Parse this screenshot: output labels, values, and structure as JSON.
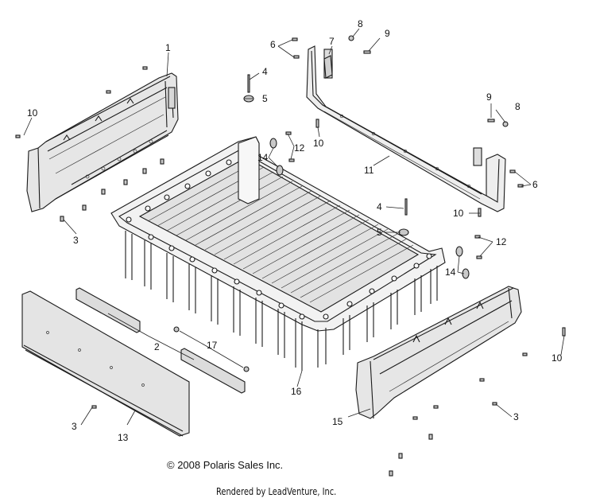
{
  "callouts": {
    "c1": "1",
    "c2": "2",
    "c3a": "3",
    "c3b": "3",
    "c3c": "3",
    "c4a": "4",
    "c4b": "4",
    "c5a": "5",
    "c5b": "5",
    "c6a": "6",
    "c6b": "6",
    "c7": "7",
    "c8a": "8",
    "c8b": "8",
    "c9a": "9",
    "c9b": "9",
    "c10a": "10",
    "c10b": "10",
    "c10c": "10",
    "c10d": "10",
    "c11": "11",
    "c12a": "12",
    "c12b": "12",
    "c13": "13",
    "c14a": "14",
    "c14b": "14",
    "c15": "15",
    "c16": "16",
    "c17": "17"
  },
  "footer": {
    "copyright": "© 2008 Polaris Sales Inc.",
    "rendered_by": "Rendered by LeadVenture, Inc."
  }
}
